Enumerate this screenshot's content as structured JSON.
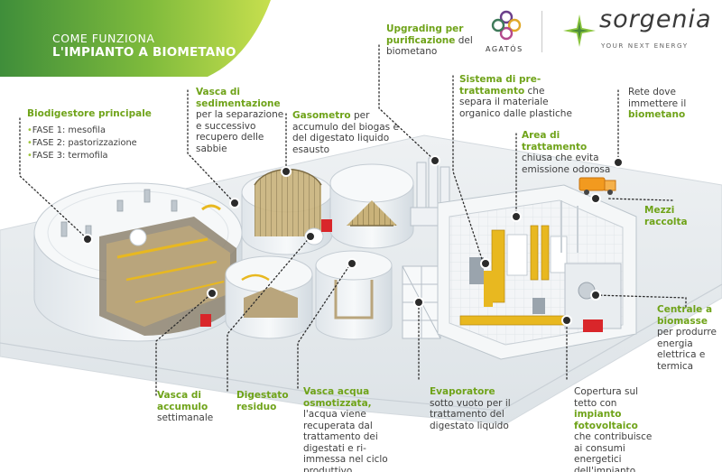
{
  "header": {
    "kicker": "COME FUNZIONA",
    "title": "L'IMPIANTO A BIOMETANO"
  },
  "logos": {
    "agatos": "AGATÓS",
    "sorgenia": "sorgenia",
    "sorgenia_tagline": "YOUR NEXT ENERGY"
  },
  "labels": {
    "biodigestore": {
      "title": "Biodigestore principale",
      "phases": [
        {
          "phase": "FASE 1",
          "name": "mesofila"
        },
        {
          "phase": "FASE 2",
          "name": "pastorizzazione"
        },
        {
          "phase": "FASE 3",
          "name": "termofila"
        }
      ]
    },
    "vasca_sedimentazione": {
      "title": "Vasca di sedimentazione",
      "text": "per la separazione e successivo recupero delle sabbie"
    },
    "gasometro": {
      "title": "Gasometro",
      "text": "per accumulo del biogas e del digestato liquido esausto"
    },
    "upgrading": {
      "title": "Upgrading per purificazione",
      "text": "del biometano"
    },
    "pretrattamento": {
      "title": "Sistema di pre-trattamento",
      "text": "che separa il materiale organico dalle plastiche"
    },
    "area_trattamento": {
      "title": "Area di trattamento",
      "text": "chiusa che evita emissione odorosa"
    },
    "rete": {
      "text": "Rete dove immettere il",
      "bold": "biometano"
    },
    "mezzi": {
      "title": "Mezzi raccolta"
    },
    "centrale": {
      "title": "Centrale a biomasse",
      "text": "per produrre energia elettrica e termica"
    },
    "vasca_accumulo": {
      "title": "Vasca di accumulo",
      "text": "settimanale"
    },
    "digestato": {
      "title": "Digestato residuo"
    },
    "vasca_acqua": {
      "title": "Vasca acqua osmotizzata,",
      "text": "l'acqua viene recuperata dal trattamento dei digestati e ri-immessa nel ciclo produttivo"
    },
    "evaporatore": {
      "title": "Evaporatore",
      "text": "sotto vuoto per il trattamento del digestato liquido"
    },
    "copertura": {
      "text1": "Copertura sul tetto con",
      "bold": "impianto fotovoltaico",
      "text2": "che contribuisce ai consumi energetici dell'impianto"
    }
  },
  "colors": {
    "accent_green": "#6fa319",
    "banner_green": "#8cc63f",
    "tank_yellow": "#e8b820",
    "valve_red": "#d9262a",
    "truck_orange": "#f29a1f"
  }
}
